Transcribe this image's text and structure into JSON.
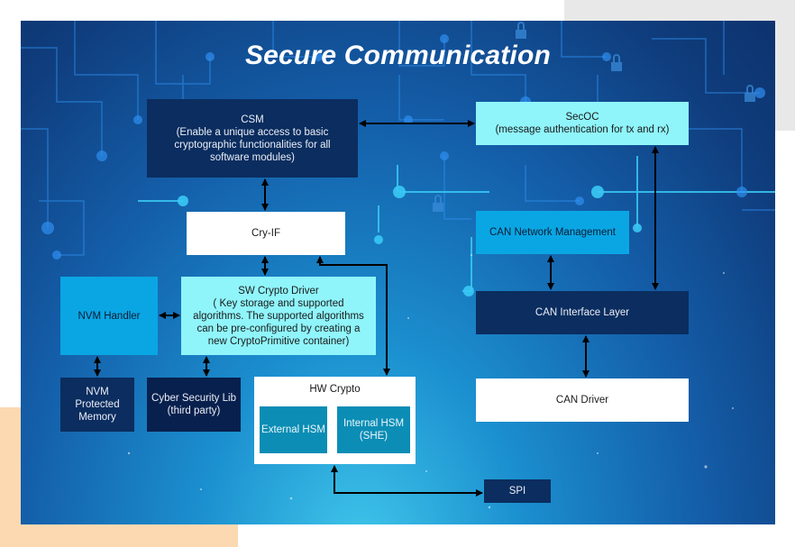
{
  "title": "Secure Communication",
  "colors": {
    "dark_navy": "#0b2d5f",
    "cyan_box": "#8ff5fb",
    "blue_box": "#0aa6e4",
    "teal_box": "#0b8db5",
    "arrow": "#000000"
  },
  "boxes": {
    "csm": {
      "label": "CSM\n(Enable a unique access to basic\ncryptographic functionalities for all\nsoftware modules)"
    },
    "secoc": {
      "label": "SecOC\n(message authentication for tx and rx)"
    },
    "cry_if": {
      "label": "Cry-IF"
    },
    "sw_crypto_driver": {
      "label": "SW Crypto Driver\n( Key storage and supported\nalgorithms. The supported algorithms\ncan be pre-configured by creating a\nnew CryptoPrimitive container)"
    },
    "nvm_handler": {
      "label": "NVM Handler"
    },
    "nvm_protected_memory": {
      "label": "NVM\nProtected\nMemory"
    },
    "cyber_security_lib": {
      "label": "Cyber Security Lib\n(third party)"
    },
    "hw_crypto": {
      "label": "HW Crypto",
      "external_hsm": "External HSM",
      "internal_hsm": "Internal HSM\n(SHE)"
    },
    "spi": {
      "label": "SPI"
    },
    "can_network_management": {
      "label": "CAN Network Management"
    },
    "can_interface_layer": {
      "label": "CAN Interface Layer"
    },
    "can_driver": {
      "label": "CAN Driver"
    }
  },
  "connections": [
    {
      "from": "csm",
      "to": "secoc",
      "type": "bidirectional"
    },
    {
      "from": "csm",
      "to": "cry_if",
      "type": "bidirectional"
    },
    {
      "from": "cry_if",
      "to": "sw_crypto_driver",
      "type": "bidirectional"
    },
    {
      "from": "cry_if",
      "to": "hw_crypto",
      "type": "bidirectional"
    },
    {
      "from": "nvm_handler",
      "to": "sw_crypto_driver",
      "type": "bidirectional"
    },
    {
      "from": "nvm_handler",
      "to": "nvm_protected_memory",
      "type": "bidirectional"
    },
    {
      "from": "sw_crypto_driver",
      "to": "cyber_security_lib",
      "type": "bidirectional"
    },
    {
      "from": "hw_crypto",
      "to": "spi",
      "type": "bidirectional"
    },
    {
      "from": "secoc",
      "to": "can_interface_layer",
      "type": "bidirectional"
    },
    {
      "from": "can_network_management",
      "to": "can_interface_layer",
      "type": "bidirectional"
    },
    {
      "from": "can_interface_layer",
      "to": "can_driver",
      "type": "bidirectional"
    }
  ]
}
